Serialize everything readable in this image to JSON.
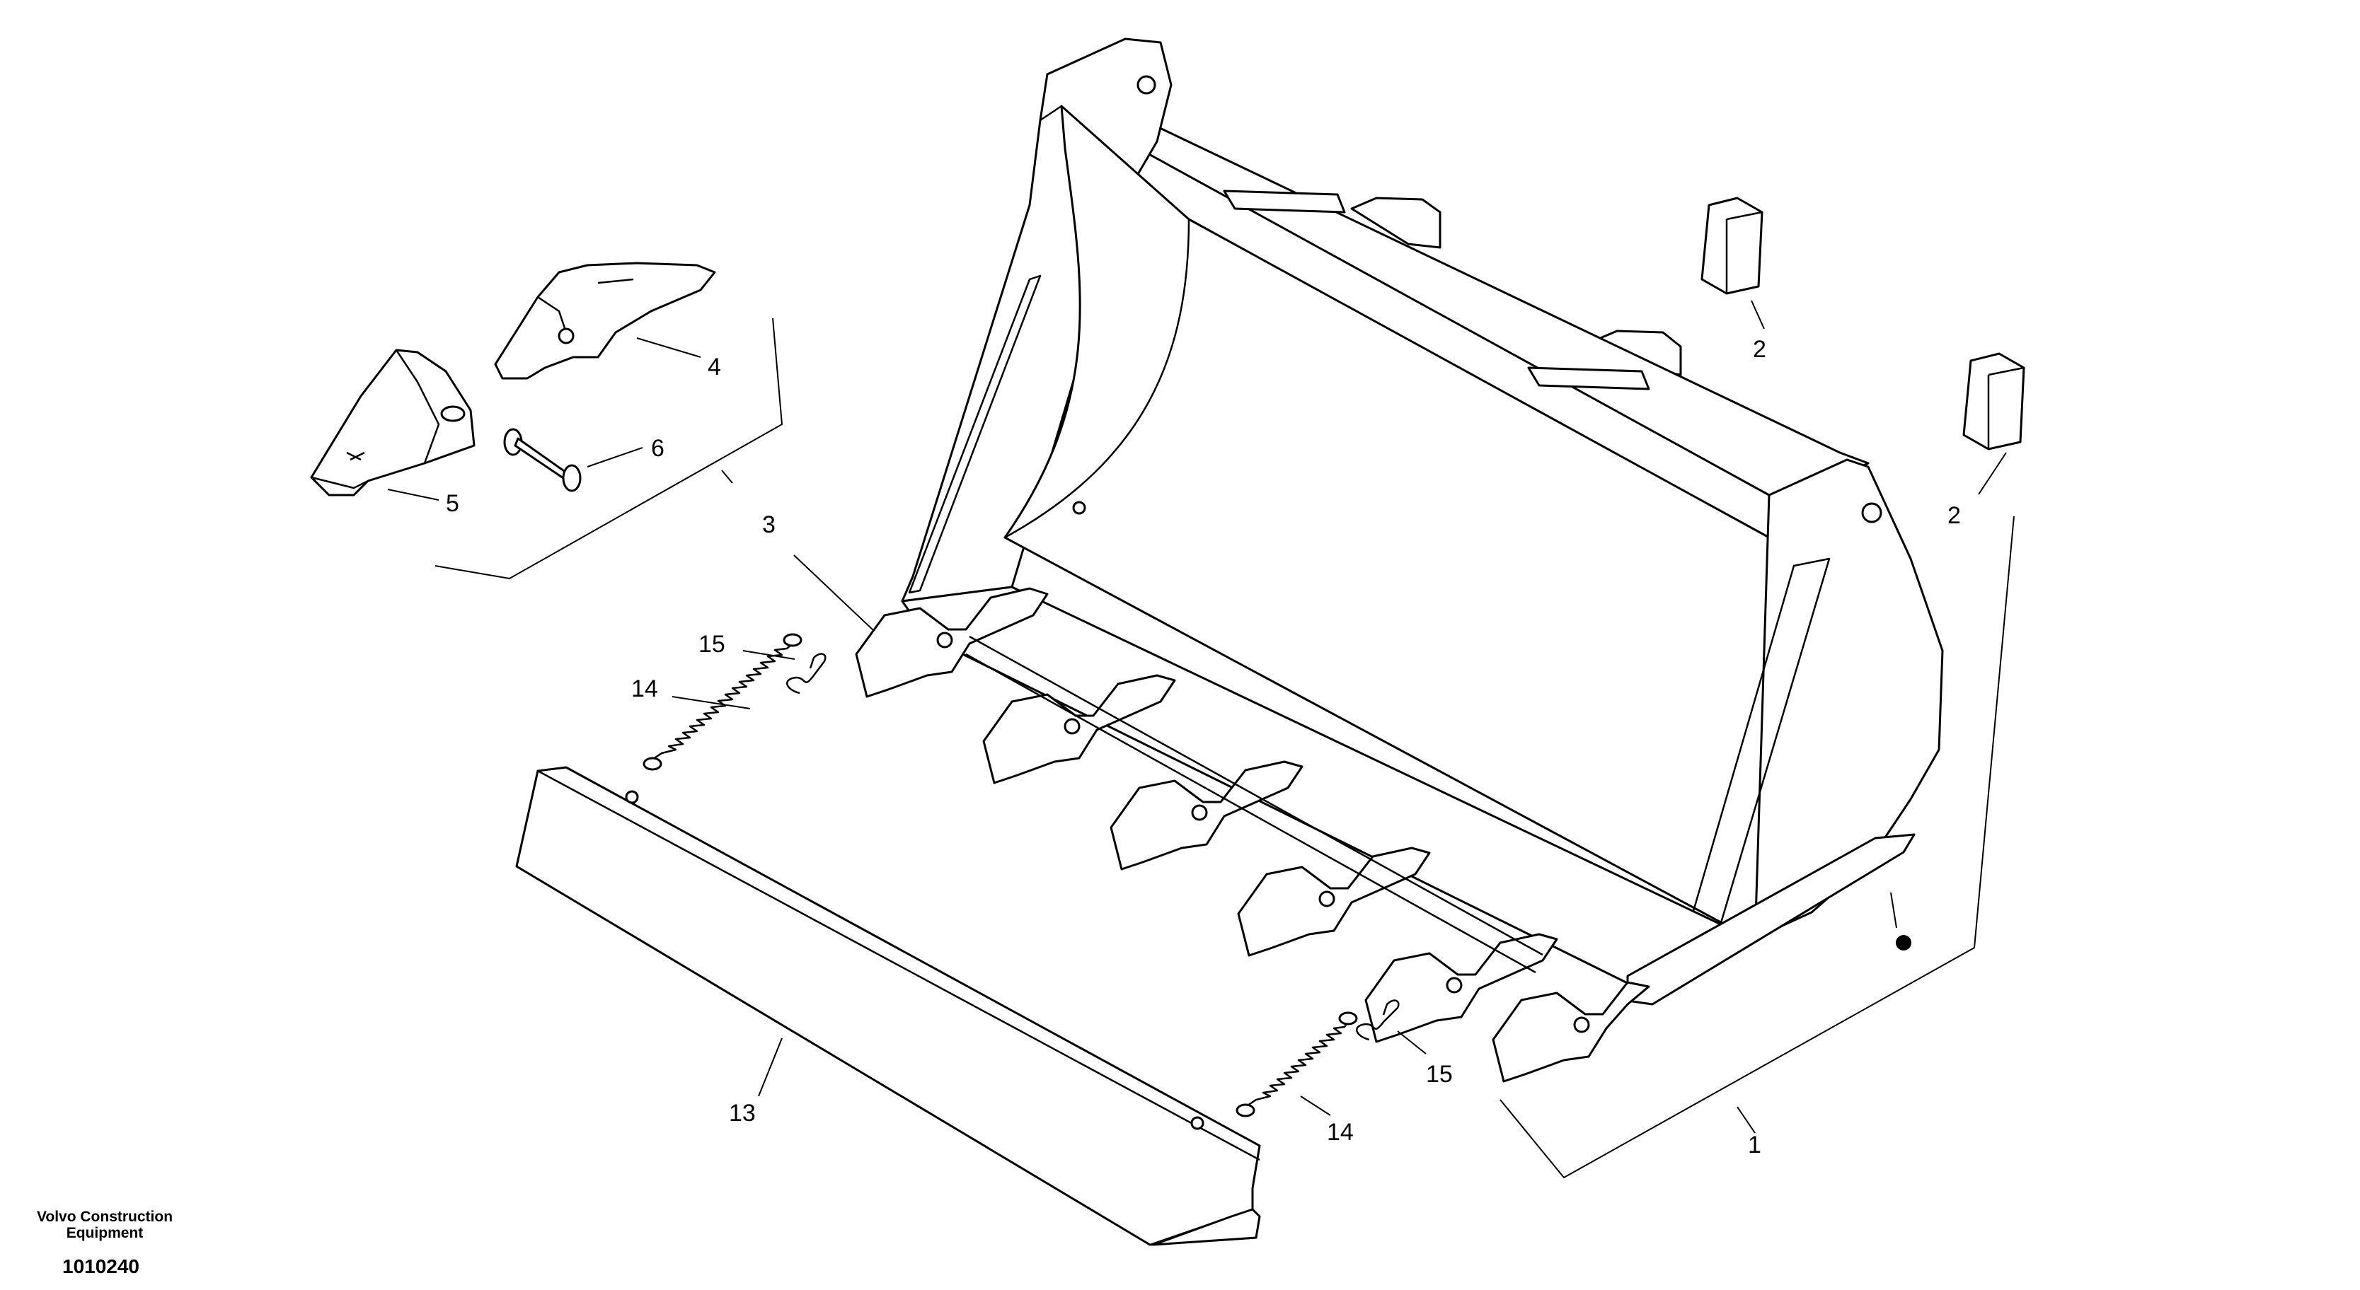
{
  "callouts": {
    "c1": "1",
    "c2a": "2",
    "c2b": "2",
    "c3": "3",
    "c4": "4",
    "c5": "5",
    "c6": "6",
    "c13": "13",
    "c14a": "14",
    "c14b": "14",
    "c15a": "15",
    "c15b": "15"
  },
  "footer": {
    "brand_line1": "Volvo Construction",
    "brand_line2": "Equipment",
    "drawing_number": "1010240"
  }
}
